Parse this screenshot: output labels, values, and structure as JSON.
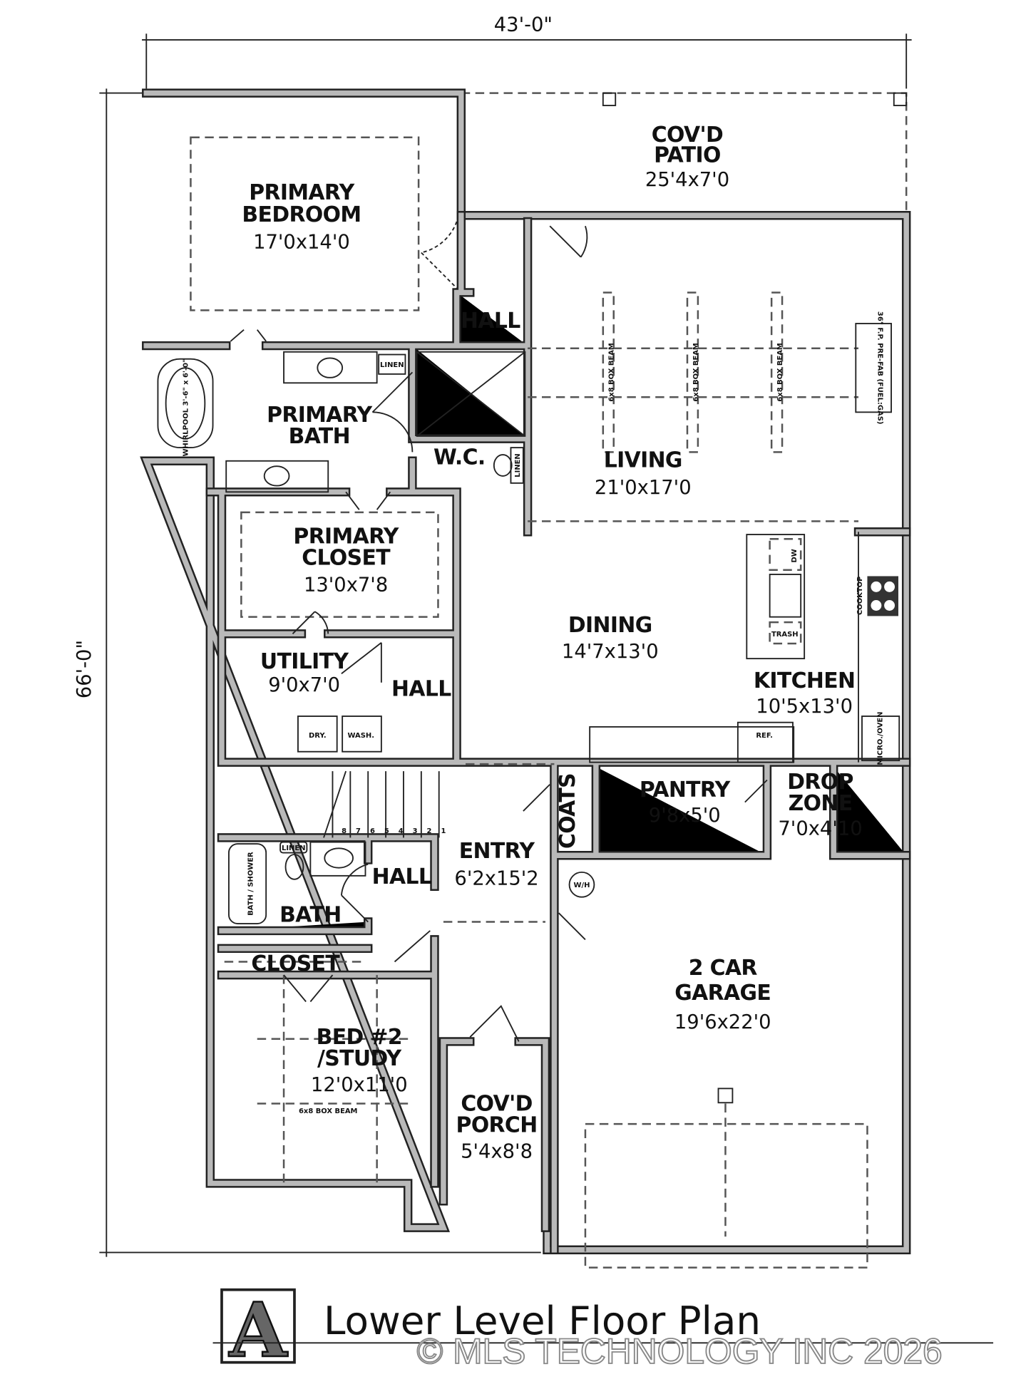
{
  "dimensions": {
    "width": "43'-0\"",
    "depth": "66'-0\""
  },
  "rooms": {
    "primary_bedroom": {
      "name1": "PRIMARY",
      "name2": "BEDROOM",
      "size": "17'0x14'0"
    },
    "covd_patio": {
      "name1": "COV'D",
      "name2": "PATIO",
      "size": "25'4x7'0"
    },
    "hall_upper": {
      "name": "HALL"
    },
    "primary_bath": {
      "name1": "PRIMARY",
      "name2": "BATH"
    },
    "wc": {
      "name": "W.C."
    },
    "living": {
      "name": "LIVING",
      "size": "21'0x17'0"
    },
    "primary_closet": {
      "name1": "PRIMARY",
      "name2": "CLOSET",
      "size": "13'0x7'8"
    },
    "dining": {
      "name": "DINING",
      "size": "14'7x13'0"
    },
    "kitchen": {
      "name": "KITCHEN",
      "size": "10'5x13'0"
    },
    "utility": {
      "name": "UTILITY",
      "size": "9'0x7'0"
    },
    "hall_mid": {
      "name": "HALL"
    },
    "pantry": {
      "name": "PANTRY",
      "size": "9'8x5'0"
    },
    "drop_zone": {
      "name1": "DROP",
      "name2": "ZONE",
      "size": "7'0x4'10"
    },
    "coats": {
      "name": "COATS"
    },
    "entry": {
      "name": "ENTRY",
      "size": "6'2x15'2"
    },
    "hall_lower": {
      "name": "HALL"
    },
    "bath": {
      "name": "BATH"
    },
    "closet": {
      "name": "CLOSET"
    },
    "bed2": {
      "name1": "BED #2",
      "name2": "/STUDY",
      "size": "12'0x11'0"
    },
    "covd_porch": {
      "name1": "COV'D",
      "name2": "PORCH",
      "size": "5'4x8'8"
    },
    "garage": {
      "name1": "2 CAR",
      "name2": "GARAGE",
      "size": "19'6x22'0"
    }
  },
  "fixtures": {
    "linen1": "LINEN",
    "linen2": "LINEN",
    "linen3": "LINEN",
    "whirlpool": "WHIRLPOOL 3'-6\" x 6'-0\"",
    "dry": "DRY.",
    "wash": "WASH.",
    "ref": "REF.",
    "dw": "DW",
    "trash": "TRASH",
    "cooktop": "COOKTOP",
    "micro_oven": "MICRO./OVEN",
    "wh": "W/H",
    "bath_shower": "BATH / SHOWER",
    "box_beam": "6x8 BOX BEAM",
    "box_beam_bed": "6x8 BOX BEAM",
    "fireplace": "36\" F.P. PRE-FAB (FUEL:GAS)",
    "stairs": [
      "8",
      "7",
      "6",
      "5",
      "4",
      "3",
      "2",
      "1"
    ]
  },
  "title": "Lower Level Floor Plan",
  "logo_letter": "A",
  "watermark": "© MLS TECHNOLOGY INC 2026"
}
